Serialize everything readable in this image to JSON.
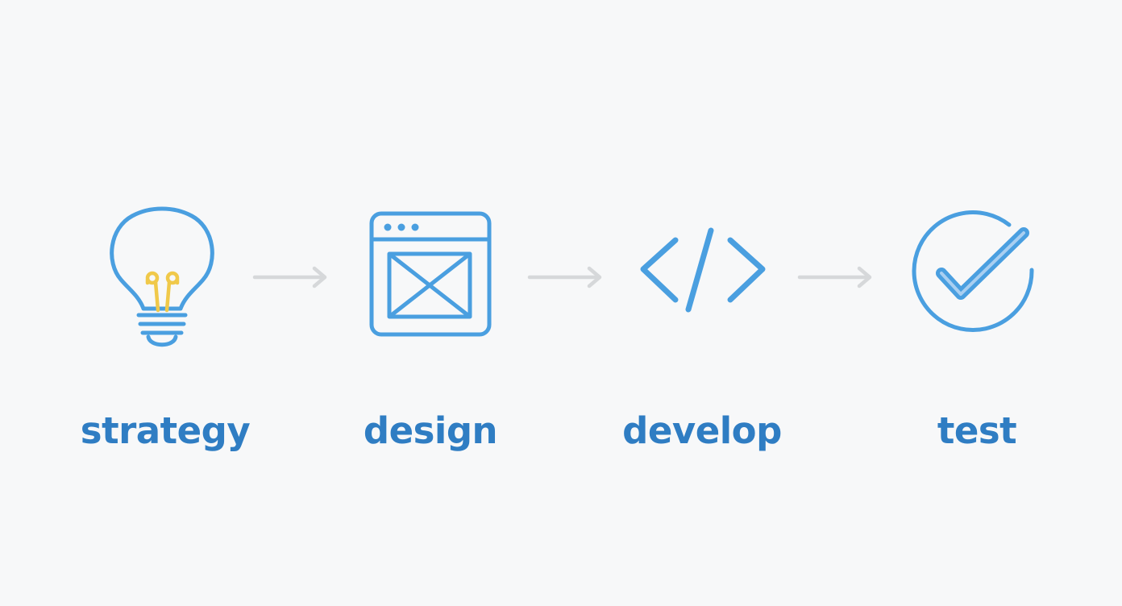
{
  "colors": {
    "icon_blue": "#4a9fe0",
    "label_blue": "#2f7dc3",
    "bulb_filament": "#f0c94a",
    "arrow_gray": "#d6d8da",
    "background": "#f7f8f9"
  },
  "steps": [
    {
      "label": "strategy",
      "icon": "lightbulb-icon"
    },
    {
      "label": "design",
      "icon": "browser-wireframe-icon"
    },
    {
      "label": "develop",
      "icon": "code-brackets-icon"
    },
    {
      "label": "test",
      "icon": "check-circle-icon"
    }
  ]
}
